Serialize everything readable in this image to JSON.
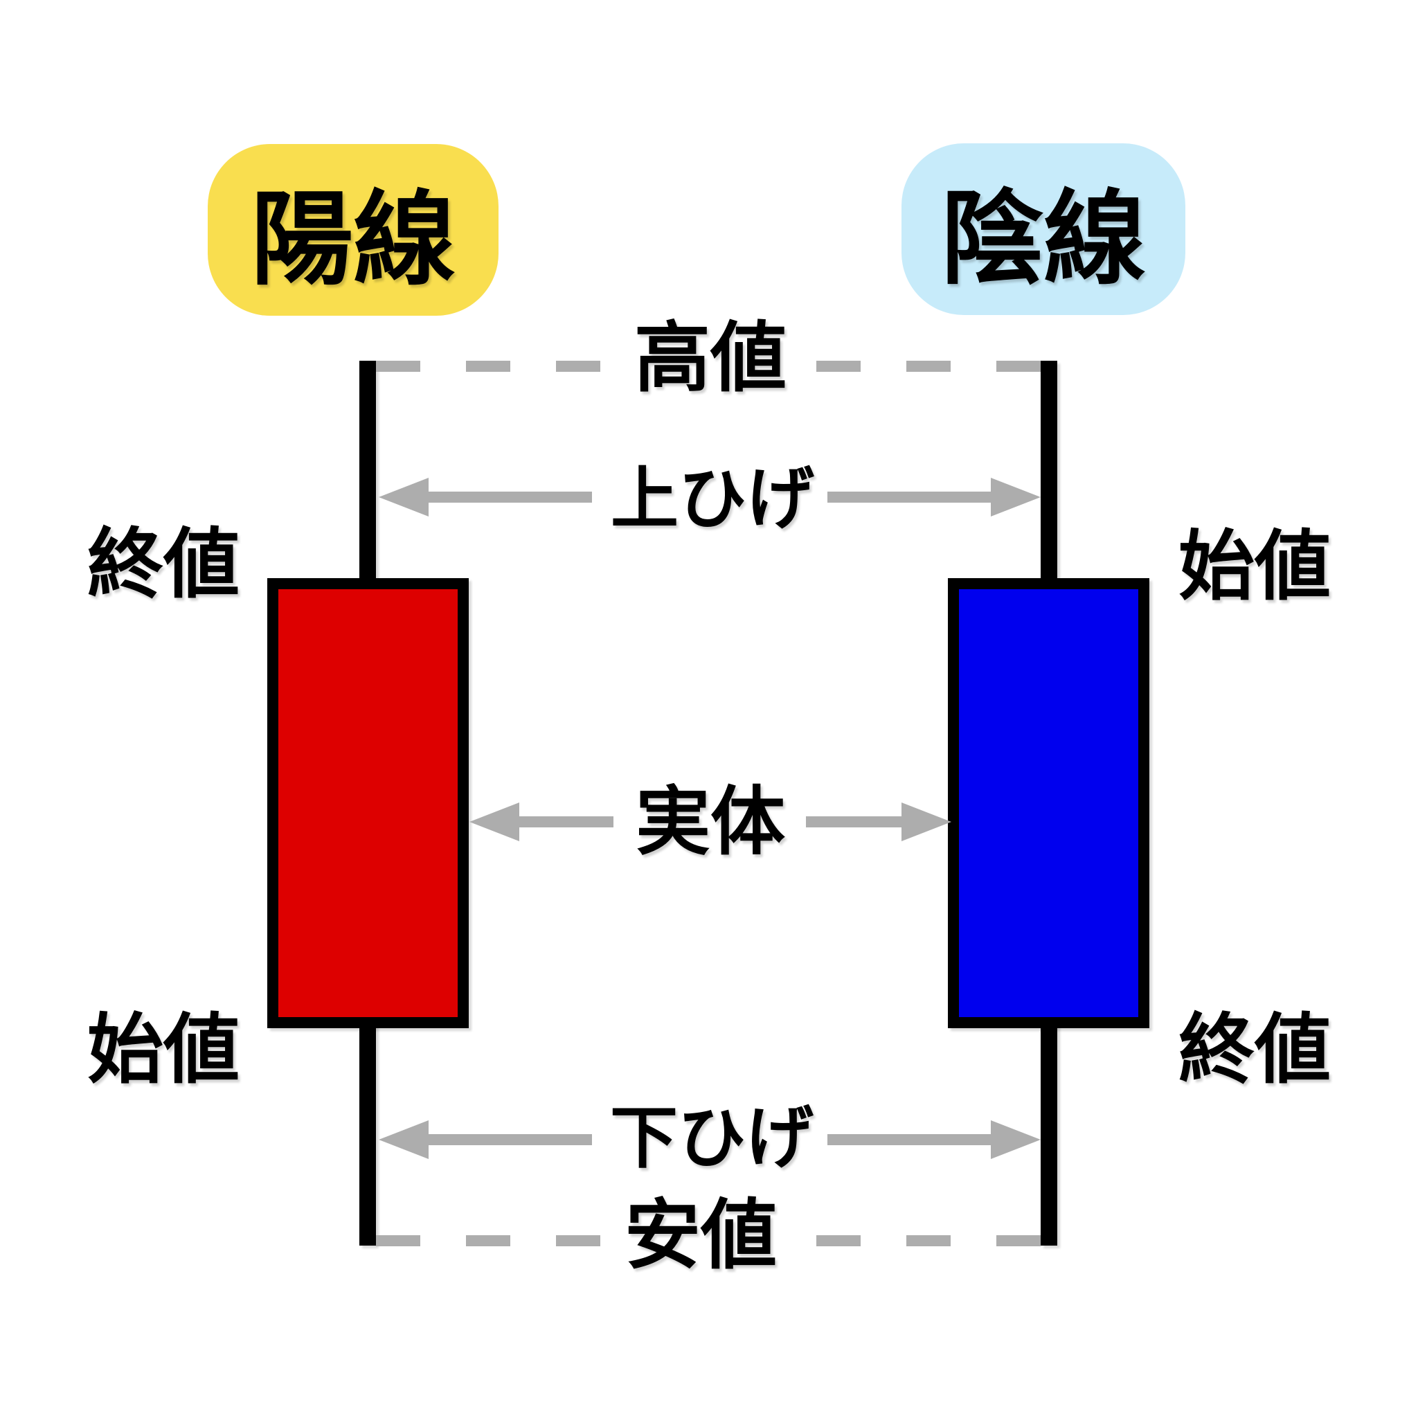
{
  "title_badges": {
    "bullish": "陽線",
    "bearish": "陰線"
  },
  "annotations": {
    "high": "高値",
    "upper_shadow": "上ひげ",
    "real_body": "実体",
    "lower_shadow": "下ひげ",
    "low": "安値"
  },
  "bullish_candle": {
    "top_label": "終値",
    "bottom_label": "始値"
  },
  "bearish_candle": {
    "top_label": "始値",
    "bottom_label": "終値"
  },
  "colors": {
    "bullish_badge_bg": "#F9DE4F",
    "bearish_badge_bg": "#C7EBFA",
    "bullish_body_fill": "#DD0000",
    "bearish_body_fill": "#0000EE",
    "outline": "#000000",
    "annotation_gray": "#ADADAD",
    "background": "#FFFFFF"
  }
}
